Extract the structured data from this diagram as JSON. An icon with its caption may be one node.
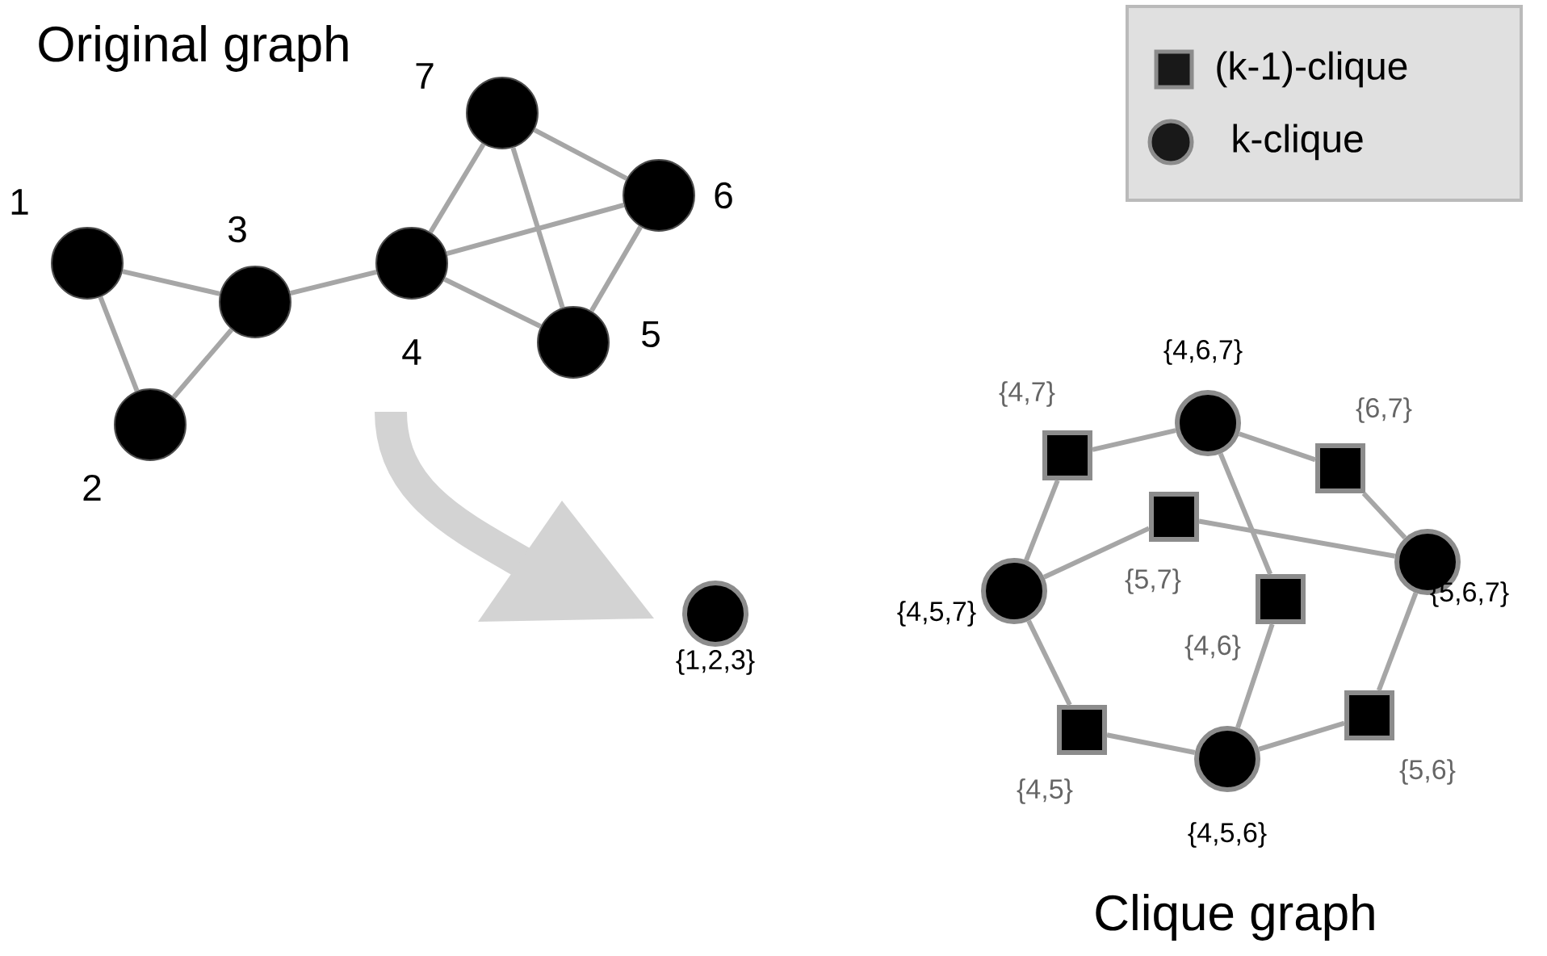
{
  "diagram": {
    "title": "Original graph",
    "caption": "Clique graph",
    "nodes": [
      {
        "text": [],
        "shape": "circle",
        "beside": [
          "1"
        ]
      },
      {
        "text": [],
        "shape": "circle",
        "beside": [
          "2"
        ]
      },
      {
        "text": [],
        "shape": "circle",
        "beside": [
          "3"
        ]
      },
      {
        "text": [],
        "shape": "circle",
        "beside": [
          "4"
        ]
      },
      {
        "text": [],
        "shape": "circle",
        "beside": [
          "5"
        ]
      },
      {
        "text": [],
        "shape": "circle",
        "beside": [
          "6"
        ]
      },
      {
        "text": [],
        "shape": "circle",
        "beside": [
          "7"
        ]
      },
      {
        "text": [],
        "shape": "circle",
        "beside": [
          "{1,2,3}"
        ]
      },
      {
        "text": [],
        "shape": "circle",
        "beside": [
          "{4,6,7}"
        ]
      },
      {
        "text": [],
        "shape": "box",
        "beside": [
          "{4,7}"
        ]
      },
      {
        "text": [],
        "shape": "box",
        "beside": [
          "{6,7}"
        ]
      },
      {
        "text": [],
        "shape": "box",
        "beside": [
          "{5,7}"
        ]
      },
      {
        "text": [],
        "shape": "circle",
        "beside": [
          "{4,5,7}"
        ]
      },
      {
        "text": [],
        "shape": "circle",
        "beside": [
          "{5,6,7}"
        ]
      },
      {
        "text": [],
        "shape": "box",
        "beside": [
          "{4,6}"
        ]
      },
      {
        "text": [],
        "shape": "box",
        "beside": [
          "{4,5}"
        ]
      },
      {
        "text": [],
        "shape": "box",
        "beside": [
          "{5,6}"
        ]
      },
      {
        "text": [],
        "shape": "circle",
        "beside": [
          "{4,5,6}"
        ]
      }
    ],
    "edges": [
      {
        "from": 0,
        "to": 1,
        "arrow": "none"
      },
      {
        "from": 0,
        "to": 2,
        "arrow": "none"
      },
      {
        "from": 1,
        "to": 2,
        "arrow": "none"
      },
      {
        "from": 2,
        "to": 3,
        "arrow": "none"
      },
      {
        "from": 3,
        "to": 6,
        "arrow": "none"
      },
      {
        "from": 3,
        "to": 5,
        "arrow": "none"
      },
      {
        "from": 3,
        "to": 4,
        "arrow": "none"
      },
      {
        "from": 6,
        "to": 5,
        "arrow": "none"
      },
      {
        "from": 6,
        "to": 4,
        "arrow": "none"
      },
      {
        "from": 5,
        "to": 4,
        "arrow": "none"
      },
      {
        "from": 9,
        "to": 8,
        "arrow": "none"
      },
      {
        "from": 9,
        "to": 12,
        "arrow": "none"
      },
      {
        "from": 10,
        "to": 8,
        "arrow": "none"
      },
      {
        "from": 10,
        "to": 13,
        "arrow": "none"
      },
      {
        "from": 11,
        "to": 12,
        "arrow": "none"
      },
      {
        "from": 11,
        "to": 13,
        "arrow": "none"
      },
      {
        "from": 14,
        "to": 8,
        "arrow": "none"
      },
      {
        "from": 14,
        "to": 17,
        "arrow": "none"
      },
      {
        "from": 15,
        "to": 12,
        "arrow": "none"
      },
      {
        "from": 15,
        "to": 17,
        "arrow": "none"
      },
      {
        "from": 16,
        "to": 17,
        "arrow": "none"
      },
      {
        "from": 16,
        "to": 13,
        "arrow": "none"
      }
    ],
    "legend": [
      {
        "text": "(k-1)-clique"
      },
      {
        "text": "k-clique"
      }
    ]
  }
}
